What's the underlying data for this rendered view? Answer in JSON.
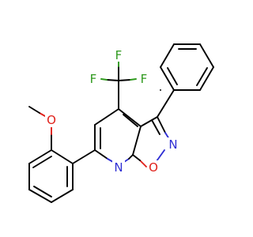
{
  "molecule": {
    "atom_colors": {
      "C": "#000000",
      "N": "#2f2fd4",
      "O": "#e0201a",
      "F": "#2f9a1e"
    },
    "labels": {
      "f1": "F",
      "f2": "F",
      "f3": "F",
      "o_methoxy": "O",
      "n_isoxazole": "N",
      "o_isoxazole": "O",
      "n_pyridine": "N"
    }
  }
}
